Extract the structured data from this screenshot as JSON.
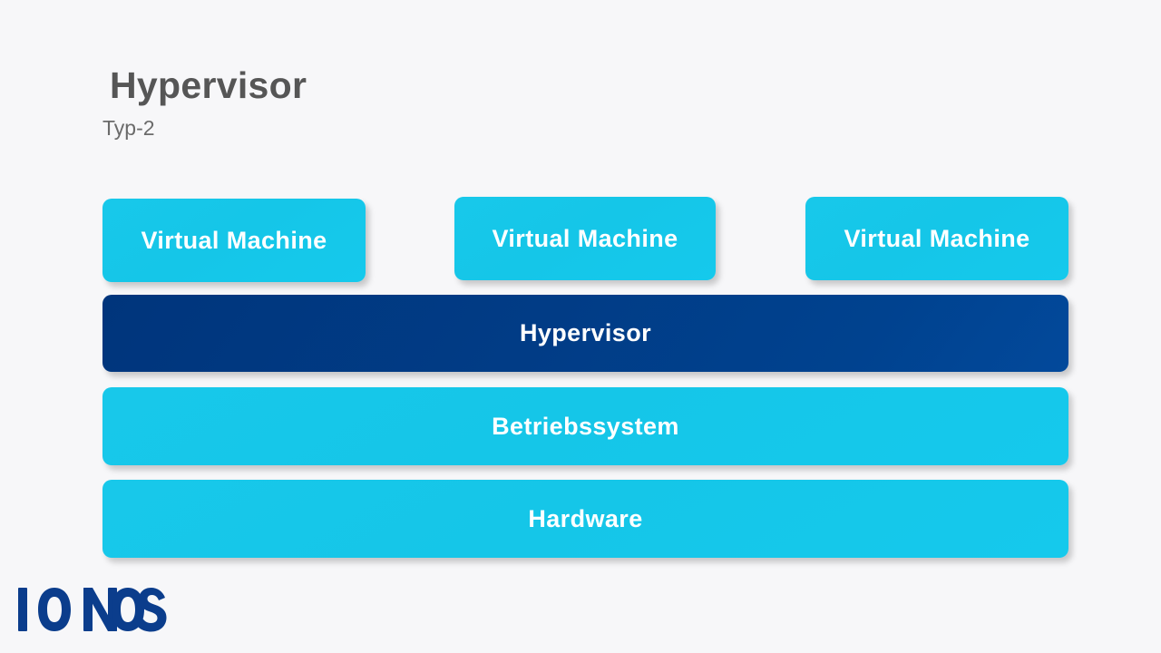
{
  "slide": {
    "background_color": "#f7f7f9",
    "heading": {
      "title": "Hypervisor",
      "subtitle": "Typ-2",
      "title_color": "#565656",
      "subtitle_color": "#6b6b6b"
    },
    "colors": {
      "cyan": "#15c6e8",
      "navy": "#00418b",
      "text_on_block": "#ffffff",
      "logo": "#0b3d8c"
    },
    "vm_row": [
      {
        "label": "Virtual Machine"
      },
      {
        "label": "Virtual Machine"
      },
      {
        "label": "Virtual Machine"
      }
    ],
    "layers": [
      {
        "label": "Hypervisor",
        "color": "navy"
      },
      {
        "label": "Betriebssystem",
        "color": "cyan"
      },
      {
        "label": "Hardware",
        "color": "cyan"
      }
    ],
    "logo": {
      "name": "ionos-logo",
      "wordmark": "IONOS"
    }
  }
}
